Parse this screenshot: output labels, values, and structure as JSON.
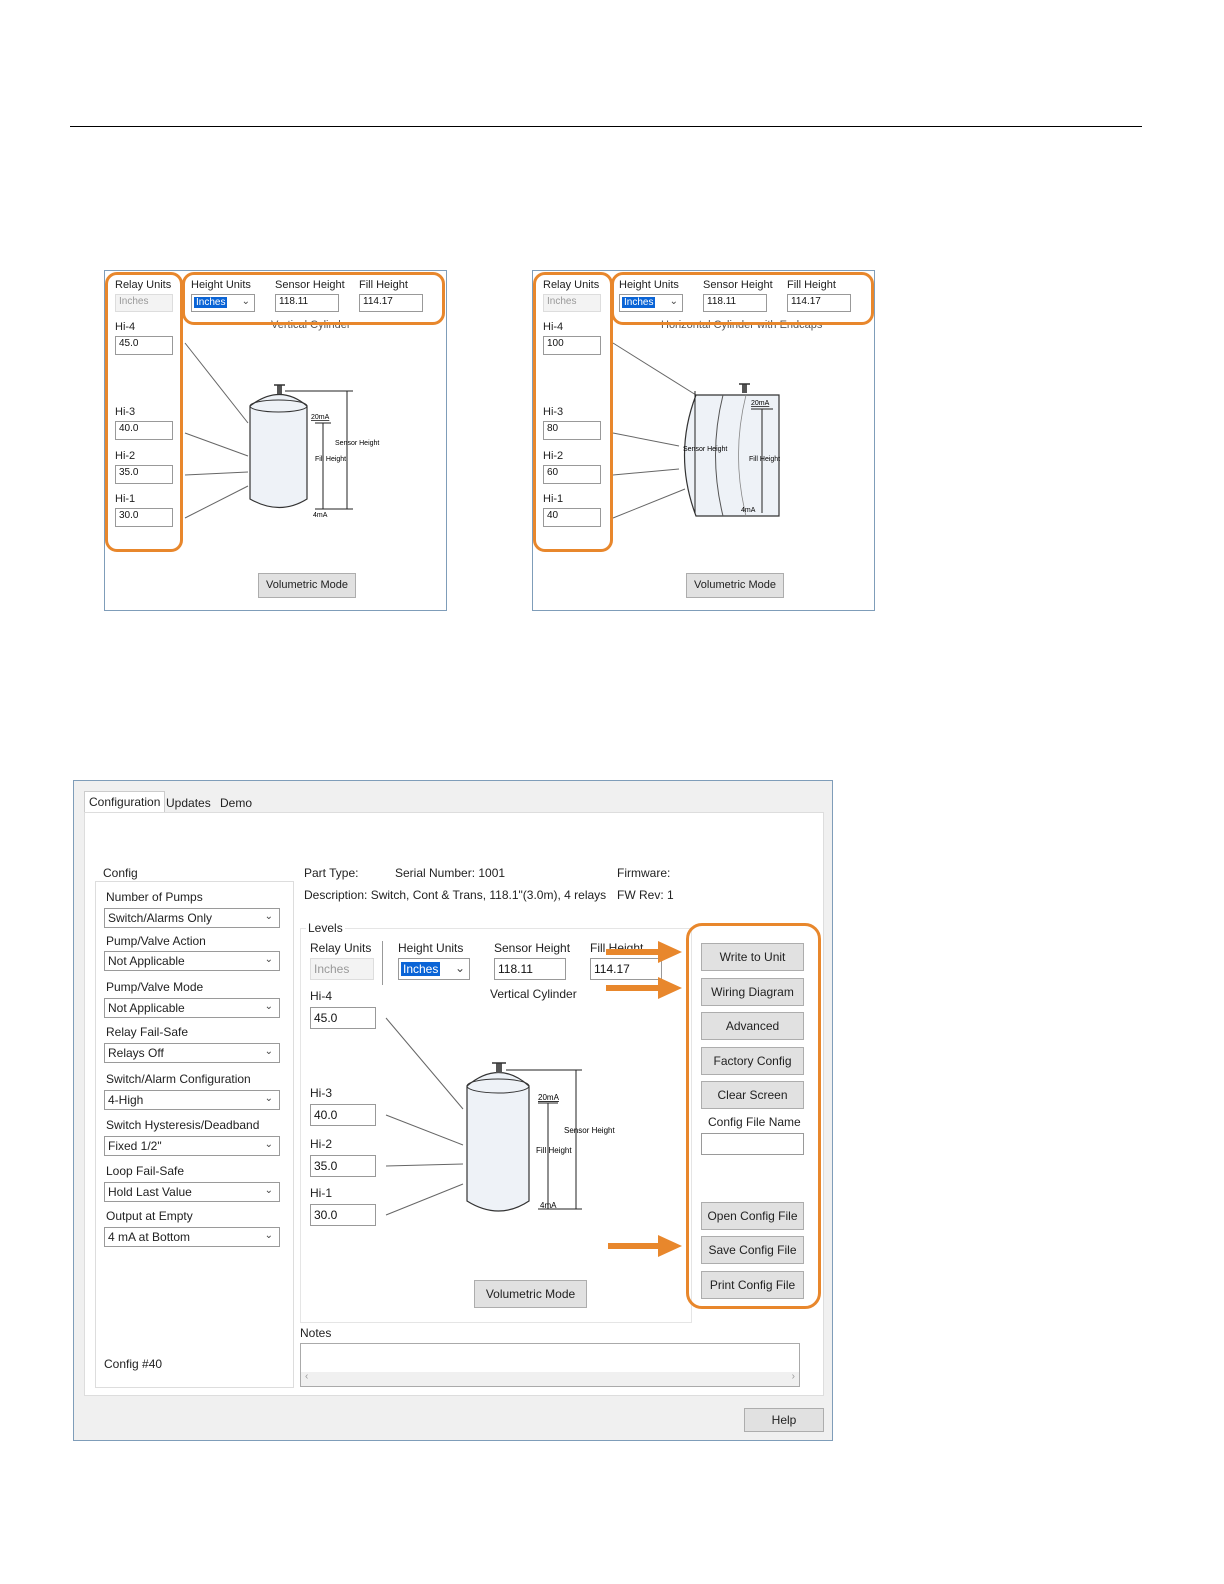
{
  "screen1": {
    "relay_units_label": "Relay Units",
    "relay_units_value": "Inches",
    "height_units_label": "Height Units",
    "height_units_value": "Inches",
    "sensor_height_label": "Sensor Height",
    "sensor_height_value": "118.11",
    "fill_height_label": "Fill Height",
    "fill_height_value": "114.17",
    "tank_type": "Vertical Cylinder",
    "levels": [
      {
        "label": "Hi-4",
        "value": "45.0"
      },
      {
        "label": "Hi-3",
        "value": "40.0"
      },
      {
        "label": "Hi-2",
        "value": "35.0"
      },
      {
        "label": "Hi-1",
        "value": "30.0"
      }
    ],
    "diagram": {
      "top_ma": "20mA",
      "bottom_ma": "4mA",
      "fill": "Fill Height",
      "sensor": "Sensor Height"
    },
    "volumetric_button": "Volumetric Mode"
  },
  "screen2": {
    "relay_units_label": "Relay Units",
    "relay_units_value": "Inches",
    "height_units_label": "Height Units",
    "height_units_value": "Inches",
    "sensor_height_label": "Sensor Height",
    "sensor_height_value": "118.11",
    "fill_height_label": "Fill Height",
    "fill_height_value": "114.17",
    "tank_type": "Horizontal Cylinder with Endcaps",
    "levels": [
      {
        "label": "Hi-4",
        "value": "100"
      },
      {
        "label": "Hi-3",
        "value": "80"
      },
      {
        "label": "Hi-2",
        "value": "60"
      },
      {
        "label": "Hi-1",
        "value": "40"
      }
    ],
    "diagram": {
      "top_ma": "20mA",
      "bottom_ma": "4mA",
      "fill": "Fill Height",
      "sensor": "Sensor Height"
    },
    "volumetric_button": "Volumetric Mode"
  },
  "app": {
    "tabs": [
      "Configuration",
      "Updates",
      "Demo"
    ],
    "config_title": "Config",
    "config_fields": [
      {
        "label": "Number of Pumps",
        "value": "Switch/Alarms Only"
      },
      {
        "label": "Pump/Valve Action",
        "value": "Not Applicable"
      },
      {
        "label": "Pump/Valve Mode",
        "value": "Not Applicable"
      },
      {
        "label": "Relay Fail-Safe",
        "value": "Relays Off"
      },
      {
        "label": "Switch/Alarm Configuration",
        "value": "4-High"
      },
      {
        "label": "Switch Hysteresis/Deadband",
        "value": "Fixed 1/2\""
      },
      {
        "label": "Loop Fail-Safe",
        "value": "Hold Last Value"
      },
      {
        "label": "Output at Empty",
        "value": "4 mA at Bottom"
      }
    ],
    "config_number": "Config #40",
    "part_type": "Part Type:",
    "serial_number": "Serial Number: 1001",
    "firmware": "Firmware:",
    "description": "Description: Switch, Cont & Trans, 118.1\"(3.0m), 4 relays",
    "fw_rev": "FW Rev:  1",
    "levels_title": "Levels",
    "relay_units_label": "Relay Units",
    "relay_units_value": "Inches",
    "height_units_label": "Height Units",
    "height_units_value": "Inches",
    "sensor_height_label": "Sensor Height",
    "sensor_height_value": "118.11",
    "fill_height_label": "Fill Height",
    "fill_height_value": "114.17",
    "tank_type": "Vertical Cylinder",
    "levels": [
      {
        "label": "Hi-4",
        "value": "45.0"
      },
      {
        "label": "Hi-3",
        "value": "40.0"
      },
      {
        "label": "Hi-2",
        "value": "35.0"
      },
      {
        "label": "Hi-1",
        "value": "30.0"
      }
    ],
    "diagram": {
      "top_ma": "20mA",
      "bottom_ma": "4mA",
      "fill": "Fill Height",
      "sensor": "Sensor Height"
    },
    "volumetric_button": "Volumetric Mode",
    "buttons": {
      "write": "Write to Unit",
      "wiring": "Wiring Diagram",
      "advanced": "Advanced",
      "factory": "Factory Config",
      "clear": "Clear Screen",
      "config_file_name": "Config File Name",
      "open": "Open Config File",
      "save": "Save Config File",
      "print": "Print Config File"
    },
    "notes_label": "Notes",
    "help_button": "Help"
  },
  "colors": {
    "highlight": "#e8872c",
    "selection": "#0a64d6"
  }
}
